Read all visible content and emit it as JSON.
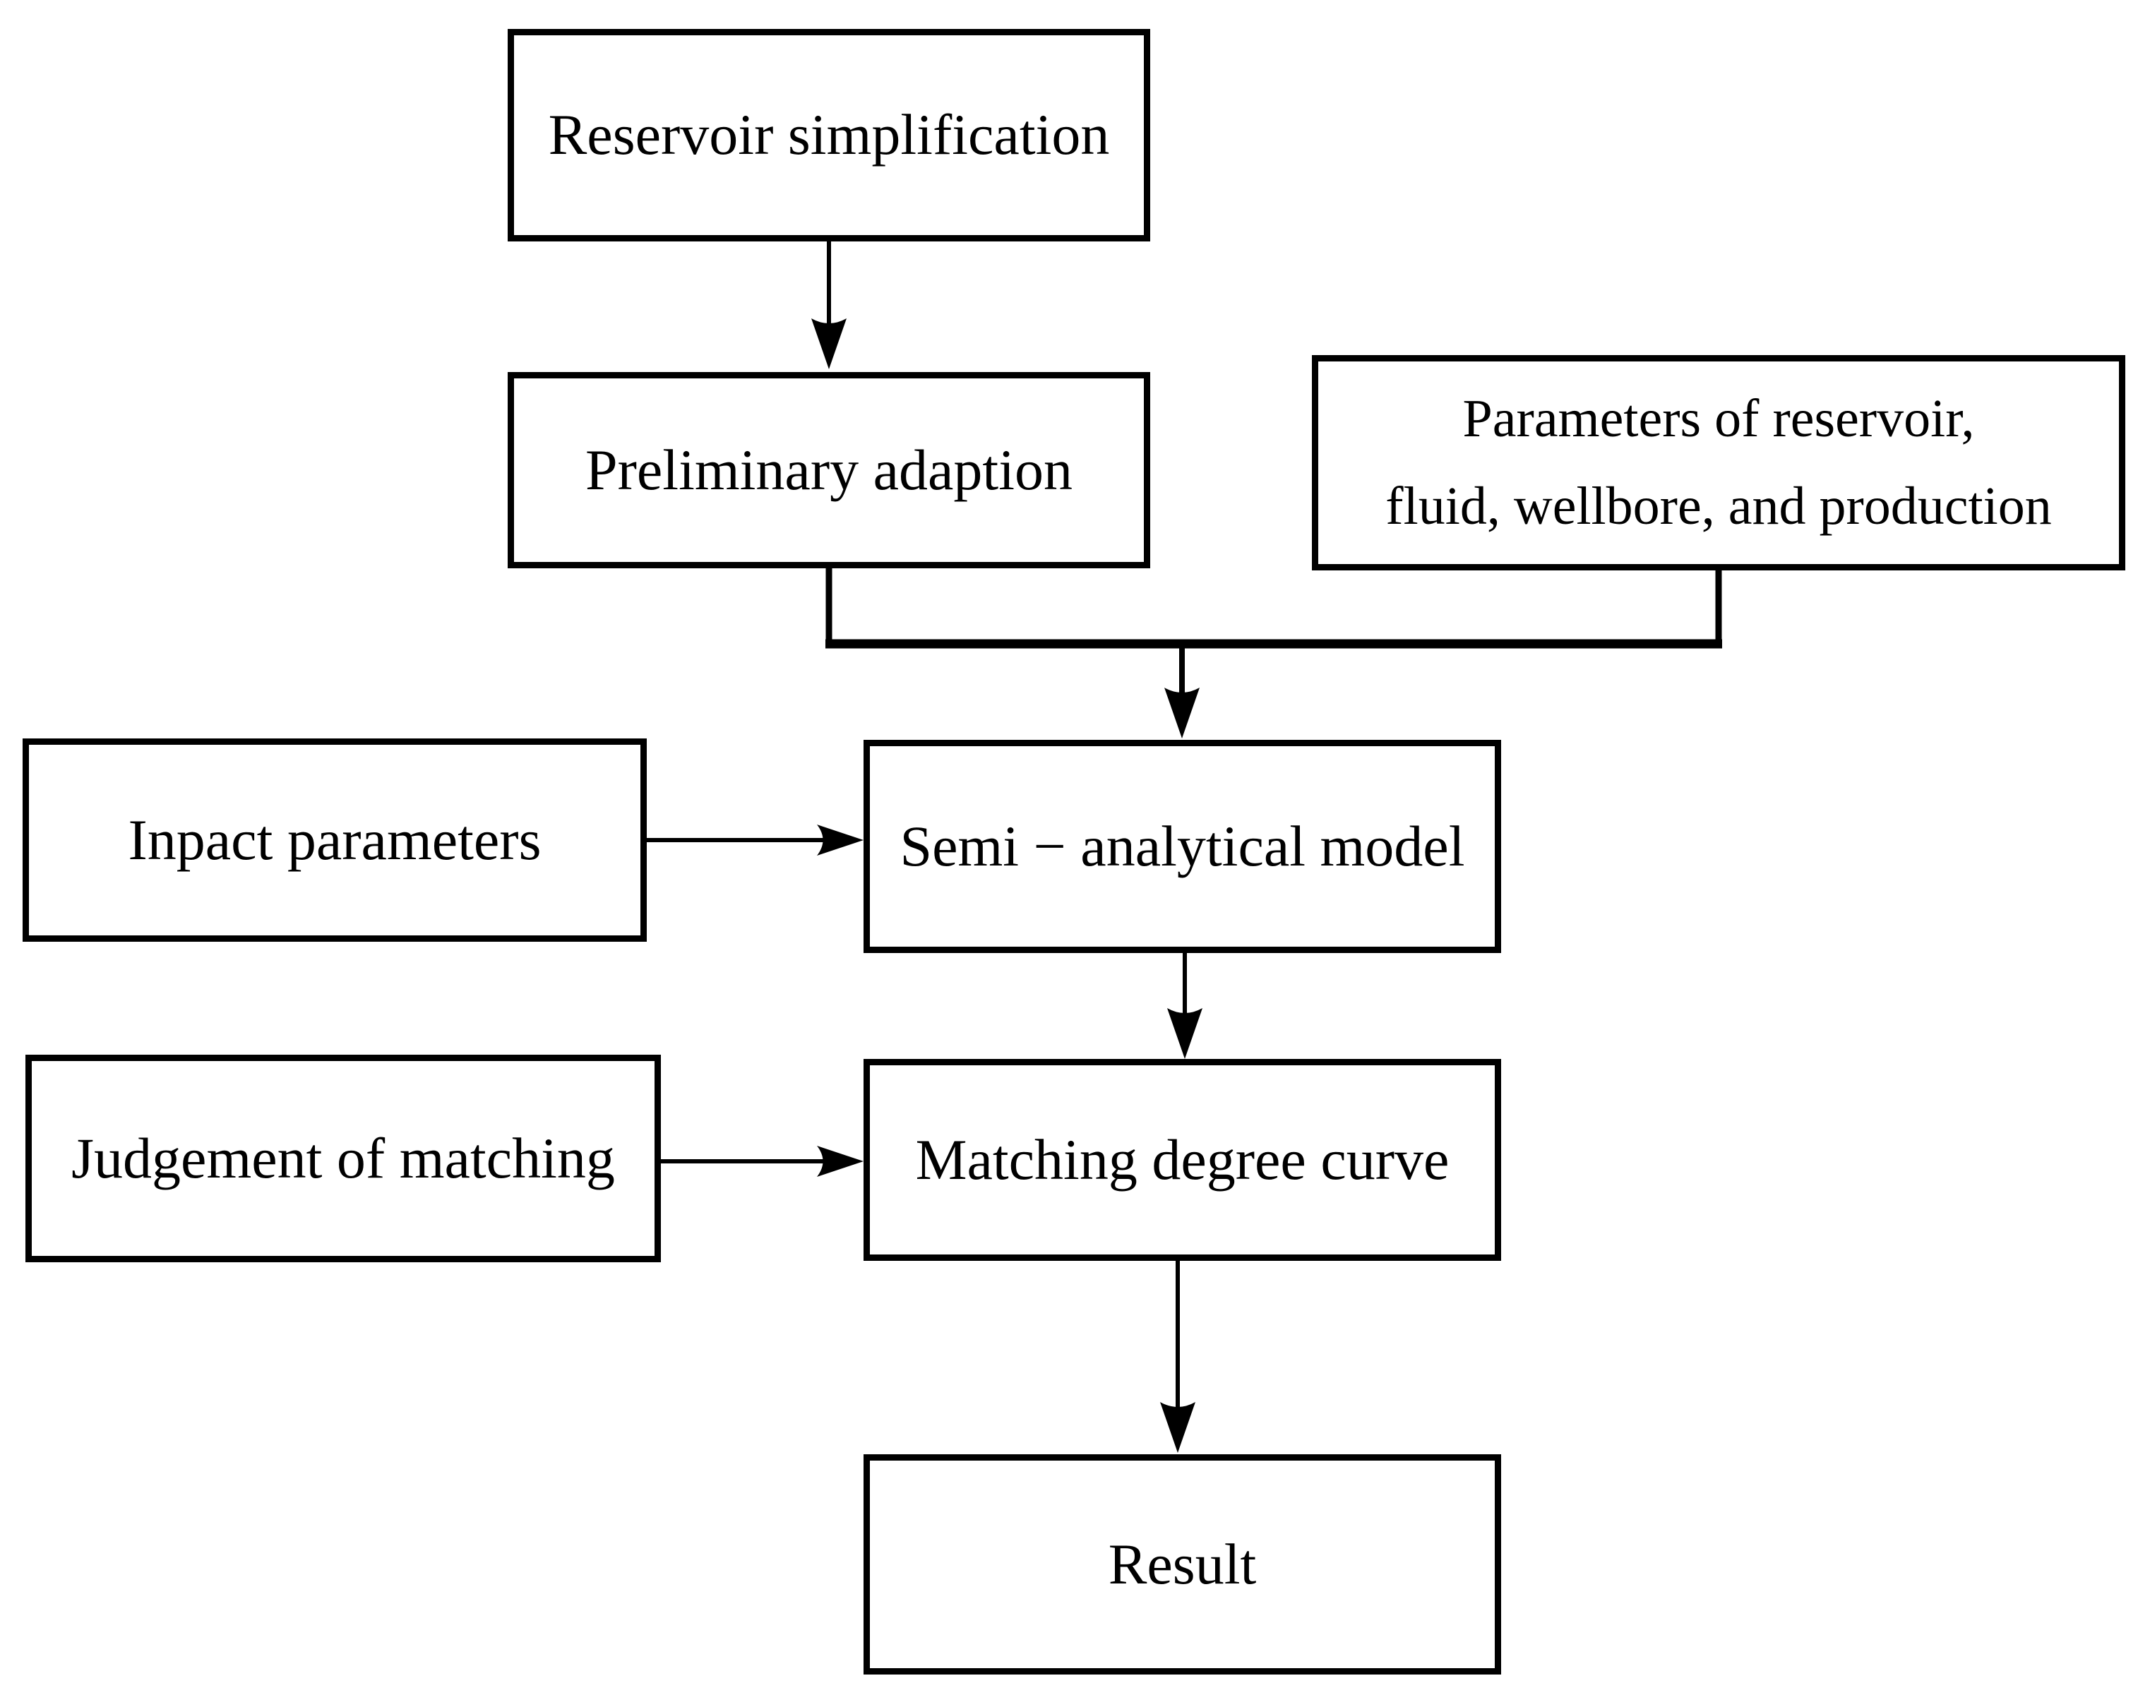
{
  "nodes": {
    "reservoir_simplification": {
      "label": "Reservoir simplification"
    },
    "preliminary_adaption": {
      "label": "Preliminary adaption"
    },
    "parameters": {
      "label": "Parameters of reservoir,\nfluid, wellbore, and production"
    },
    "inpact_parameters": {
      "label": "Inpact parameters"
    },
    "semi_analytical_model": {
      "label": "Semi − analytical model"
    },
    "judgement_of_matching": {
      "label": "Judgement of matching"
    },
    "matching_degree_curve": {
      "label": "Matching degree curve"
    },
    "result": {
      "label": "Result"
    }
  },
  "colors": {
    "background": "#ffffff",
    "line": "#000000",
    "text": "#000000"
  }
}
